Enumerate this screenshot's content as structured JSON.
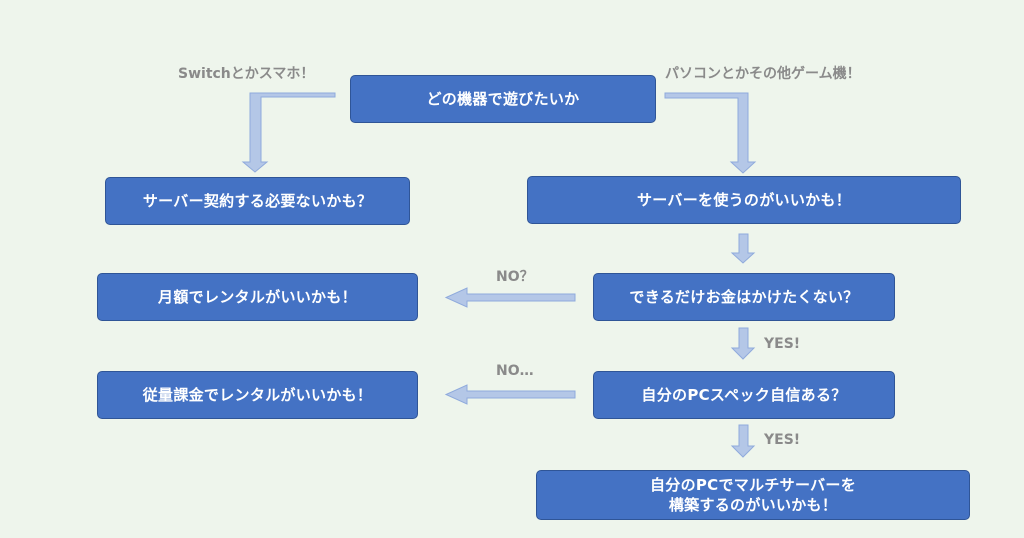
{
  "nodes": {
    "start": "どの機器で遊びたいか",
    "server_contract": "サーバー契約する必要ないかも？",
    "use_server": "サーバーを使うのがいいかも！",
    "save_money": "できるだけお金はかけたくない？",
    "monthly_rental": "月額でレンタルがいいかも！",
    "pc_spec": "自分のPCスペック自信ある？",
    "metered_rental": "従量課金でレンタルがいいかも！",
    "self_build_line1": "自分のPCでマルチサーバーを",
    "self_build_line2": "構築するのがいいかも！"
  },
  "edge_labels": {
    "switch": "Switchとかスマホ！",
    "pc": "パソコンとかその他ゲーム機！",
    "no_q": "NO？",
    "yes1": "YES!",
    "no_dots": "NO…",
    "yes2": "YES!"
  },
  "colors": {
    "background": "#eef5ec",
    "box_fill": "#4472c4",
    "box_border": "#2f5597",
    "arrow_fill": "#b4c7e7",
    "arrow_stroke": "#8faadc",
    "label_text": "#8a8a8a"
  }
}
